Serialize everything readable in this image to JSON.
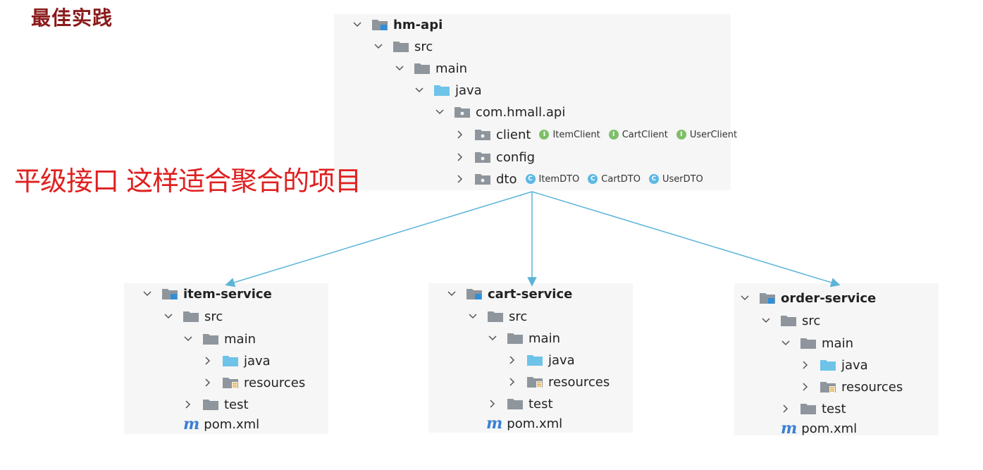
{
  "title": "最佳实践",
  "annotation": "平级接口 这样适合聚合的项目",
  "colors": {
    "title": "#8b1a1a",
    "annotation": "#e02020",
    "arrow": "#5bb4d8",
    "folder_gray": "#8f959c",
    "folder_blue": "#6ec3e8"
  },
  "api_tree": {
    "module": "hm-api",
    "src": "src",
    "main": "main",
    "java": "java",
    "package": "com.hmall.api",
    "client": {
      "label": "client",
      "badges": [
        "ItemClient",
        "CartClient",
        "UserClient"
      ],
      "badge_letter": "I"
    },
    "config": "config",
    "dto": {
      "label": "dto",
      "badges": [
        "ItemDTO",
        "CartDTO",
        "UserDTO"
      ],
      "badge_letter": "C"
    }
  },
  "services": [
    {
      "module": "item-service",
      "src": "src",
      "main": "main",
      "java": "java",
      "resources": "resources",
      "test": "test",
      "pom": "pom.xml",
      "pom_icon": "m"
    },
    {
      "module": "cart-service",
      "src": "src",
      "main": "main",
      "java": "java",
      "resources": "resources",
      "test": "test",
      "pom": "pom.xml",
      "pom_icon": "m"
    },
    {
      "module": "order-service",
      "src": "src",
      "main": "main",
      "java": "java",
      "resources": "resources",
      "test": "test",
      "pom": "pom.xml",
      "pom_icon": "m"
    }
  ],
  "icons": {
    "expanded": "chevron-down-icon",
    "collapsed": "chevron-right-icon",
    "folder": "folder-icon",
    "module": "module-folder-icon",
    "source_root": "source-folder-icon",
    "resources": "resources-folder-icon",
    "package": "package-icon",
    "maven": "maven-pom-icon"
  }
}
